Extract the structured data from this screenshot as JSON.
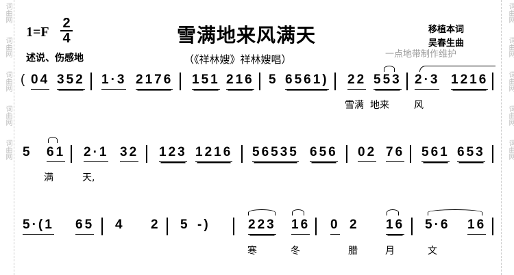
{
  "watermark_side": "词曲网",
  "header": {
    "key": "1=F",
    "time_top": "2",
    "time_bottom": "4",
    "title": "雪满地来风满天",
    "tempo": "述说、伤感地",
    "subtitle": "（《祥林嫂》祥林嫂唱）",
    "lyricist": "移植本词",
    "composer": "吴春生曲",
    "maker": "一点地带制作维护"
  },
  "rows": [
    {
      "notes": [
        "(",
        "04",
        "352",
        "1·3",
        "2176",
        "151",
        "216",
        "5",
        "6561)",
        "22",
        "553",
        "2·3",
        "1216"
      ],
      "lyrics": [
        "雪满",
        "地来",
        "风"
      ]
    },
    {
      "notes": [
        "5",
        "61",
        "2·1",
        "32",
        "123",
        "1216",
        "56535",
        "656",
        "02",
        "76",
        "561",
        "653"
      ],
      "lyrics": [
        "满",
        "天,"
      ]
    },
    {
      "notes": [
        "5·(1",
        "65",
        "4",
        "2",
        "5",
        "-)",
        "223",
        "16",
        "0",
        "2",
        "16",
        "5·6",
        "16"
      ],
      "lyrics": [
        "寒",
        "冬",
        "腊",
        "月",
        "文"
      ]
    }
  ]
}
